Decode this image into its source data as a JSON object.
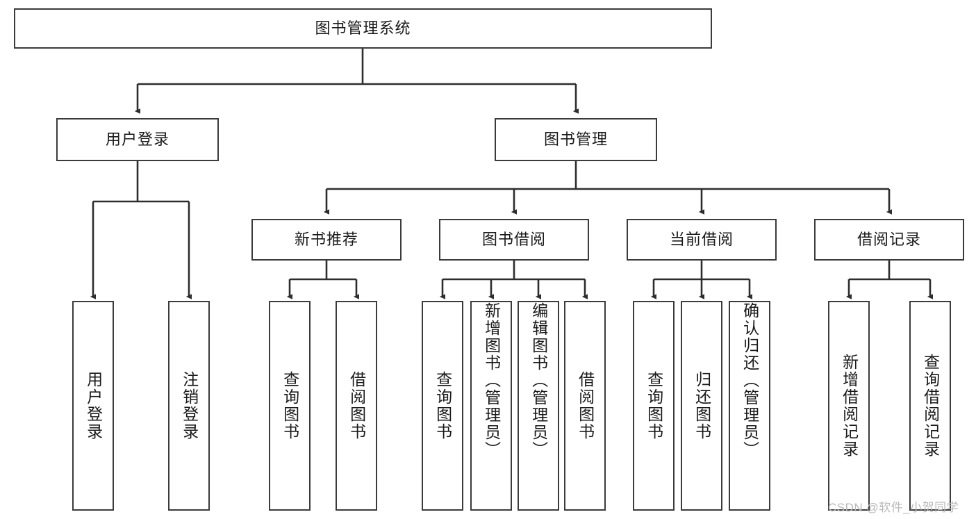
{
  "diagram": {
    "title": "图书管理系统",
    "type": "tree-hierarchy-diagram",
    "colors": {
      "box_border": "#3b3b3b",
      "box_fill": "#ffffff",
      "connector": "#2d2d2d",
      "text": "#1a1a1a",
      "watermark": "#b9b9b9"
    },
    "nodes": {
      "root": {
        "label": "图书管理系统"
      },
      "level2": [
        {
          "label": "用户登录"
        },
        {
          "label": "图书管理"
        }
      ],
      "level3": [
        {
          "label": "新书推荐"
        },
        {
          "label": "图书借阅"
        },
        {
          "label": "当前借阅"
        },
        {
          "label": "借阅记录"
        }
      ],
      "leaves": {
        "user_login": [
          {
            "label": "用户登录"
          },
          {
            "label": "注销登录"
          }
        ],
        "new_book_recommend": [
          {
            "label": "查询图书"
          },
          {
            "label": "借阅图书"
          }
        ],
        "book_borrow": [
          {
            "label": "查询图书"
          },
          {
            "label": "新增图书（管理员）"
          },
          {
            "label": "编辑图书（管理员）"
          },
          {
            "label": "借阅图书"
          }
        ],
        "current_borrow": [
          {
            "label": "查询图书"
          },
          {
            "label": "归还图书"
          },
          {
            "label": "确认归还（管理员）"
          }
        ],
        "borrow_record": [
          {
            "label": "新增借阅记录"
          },
          {
            "label": "查询借阅记录"
          }
        ]
      }
    },
    "watermark": "CSDN @软件_小贺同学"
  }
}
